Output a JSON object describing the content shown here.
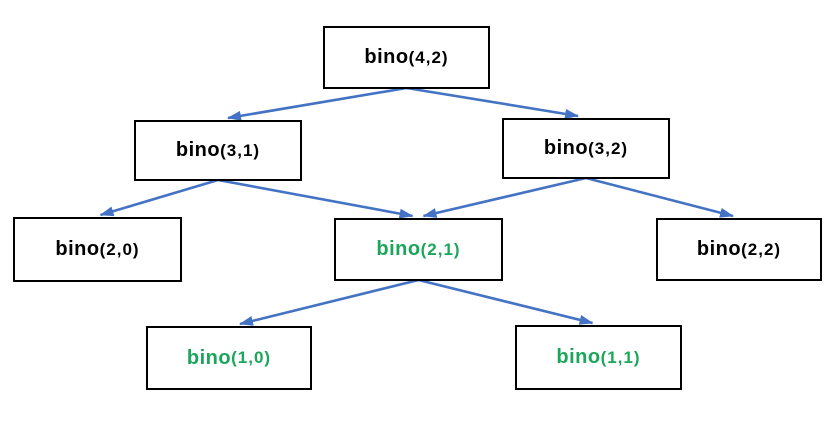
{
  "nodes": {
    "n42": {
      "label": "bino",
      "args": "(4,2)",
      "color": "#000000"
    },
    "n31": {
      "label": "bino",
      "args": "(3,1)",
      "color": "#000000"
    },
    "n32": {
      "label": "bino",
      "args": "(3,2)",
      "color": "#000000"
    },
    "n20": {
      "label": "bino",
      "args": "(2,0)",
      "color": "#000000"
    },
    "n21": {
      "label": "bino",
      "args": "(2,1)",
      "color": "#1CA65B"
    },
    "n22": {
      "label": "bino",
      "args": "(2,2)",
      "color": "#000000"
    },
    "n10": {
      "label": "bino",
      "args": "(1,0)",
      "color": "#1CA65B"
    },
    "n11": {
      "label": "bino",
      "args": "(1,1)",
      "color": "#1CA65B"
    }
  },
  "edges": [
    {
      "from": "n42",
      "to": "n31"
    },
    {
      "from": "n42",
      "to": "n32"
    },
    {
      "from": "n31",
      "to": "n20"
    },
    {
      "from": "n31",
      "to": "n21"
    },
    {
      "from": "n32",
      "to": "n21"
    },
    {
      "from": "n32",
      "to": "n22"
    },
    {
      "from": "n21",
      "to": "n10"
    },
    {
      "from": "n21",
      "to": "n11"
    }
  ],
  "colors": {
    "arrow": "#4472C4",
    "highlight": "#1CA65B",
    "text": "#000000",
    "node_border": "#000000",
    "background": "#FFFFFF"
  }
}
